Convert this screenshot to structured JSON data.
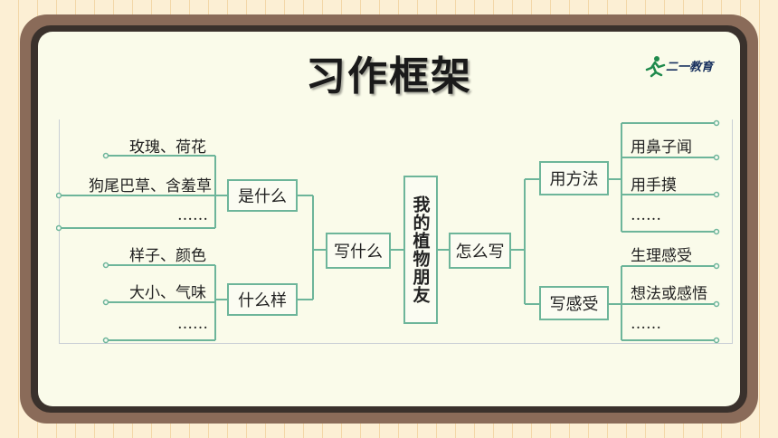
{
  "title": "习作框架",
  "logo": {
    "text": "二一教育"
  },
  "center": "我的植物朋友",
  "left": {
    "branch": "写什么",
    "groups": [
      {
        "label": "是什么",
        "items": [
          "玫瑰、荷花",
          "狗尾巴草、含羞草",
          "……"
        ]
      },
      {
        "label": "什么样",
        "items": [
          "样子、颜色",
          "大小、气味",
          "……"
        ]
      }
    ]
  },
  "right": {
    "branch": "怎么写",
    "groups": [
      {
        "label": "用方法",
        "items": [
          "用鼻子闻",
          "用手摸",
          "……"
        ]
      },
      {
        "label": "写感受",
        "items": [
          "生理感受",
          "想法或感悟",
          "……"
        ]
      }
    ]
  }
}
